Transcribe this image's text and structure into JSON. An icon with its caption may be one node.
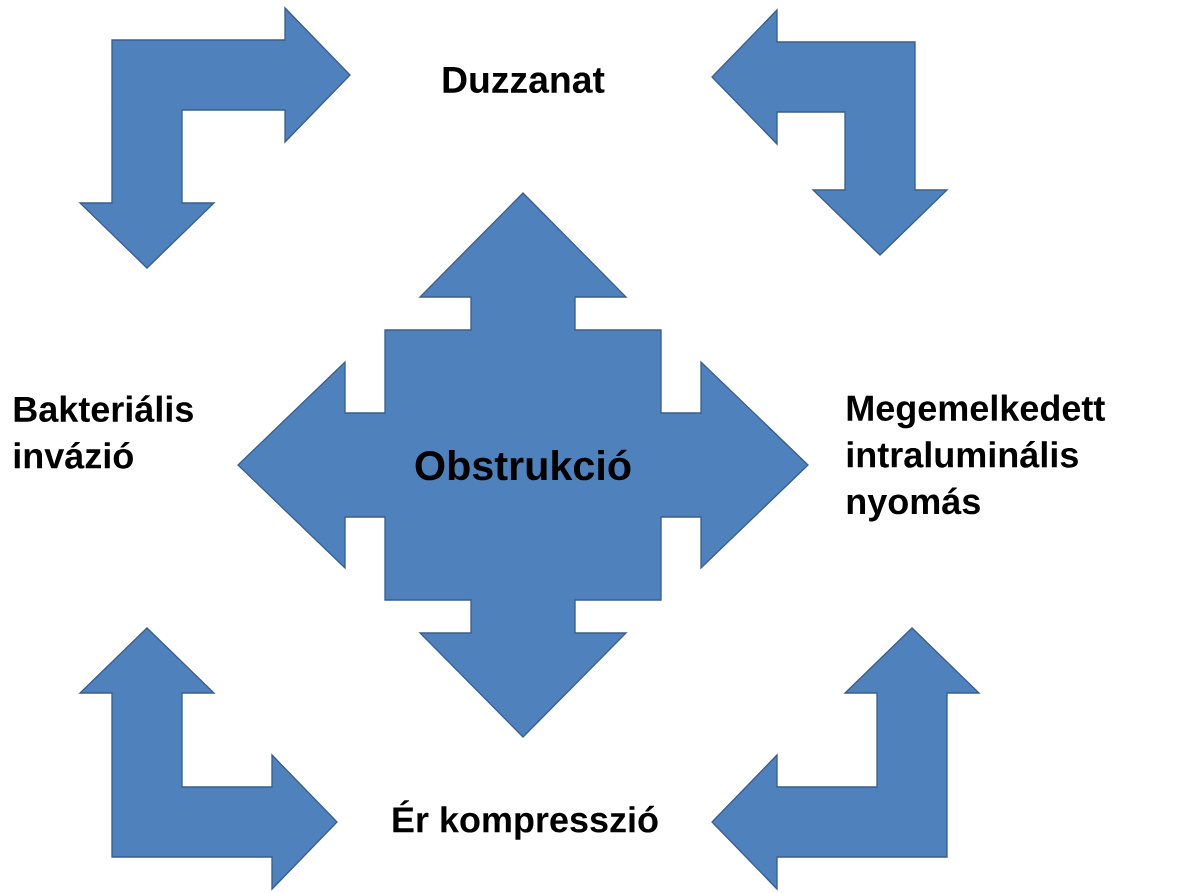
{
  "diagram": {
    "nodes": [
      {
        "text": [
          "Duzzanat"
        ]
      },
      {
        "text": [
          "Bakteriális invázió"
        ]
      },
      {
        "text": [
          "Obstrukció"
        ]
      },
      {
        "text": [
          "Megemelkedett intraluminális nyomás"
        ]
      },
      {
        "text": [
          "Ér kompresszió"
        ]
      }
    ],
    "edges": [
      {
        "from": 1,
        "to": 0,
        "arrow": "both"
      },
      {
        "from": 0,
        "to": 3,
        "arrow": "both"
      },
      {
        "from": 1,
        "to": 4,
        "arrow": "both"
      },
      {
        "from": 4,
        "to": 3,
        "arrow": "both"
      }
    ]
  }
}
